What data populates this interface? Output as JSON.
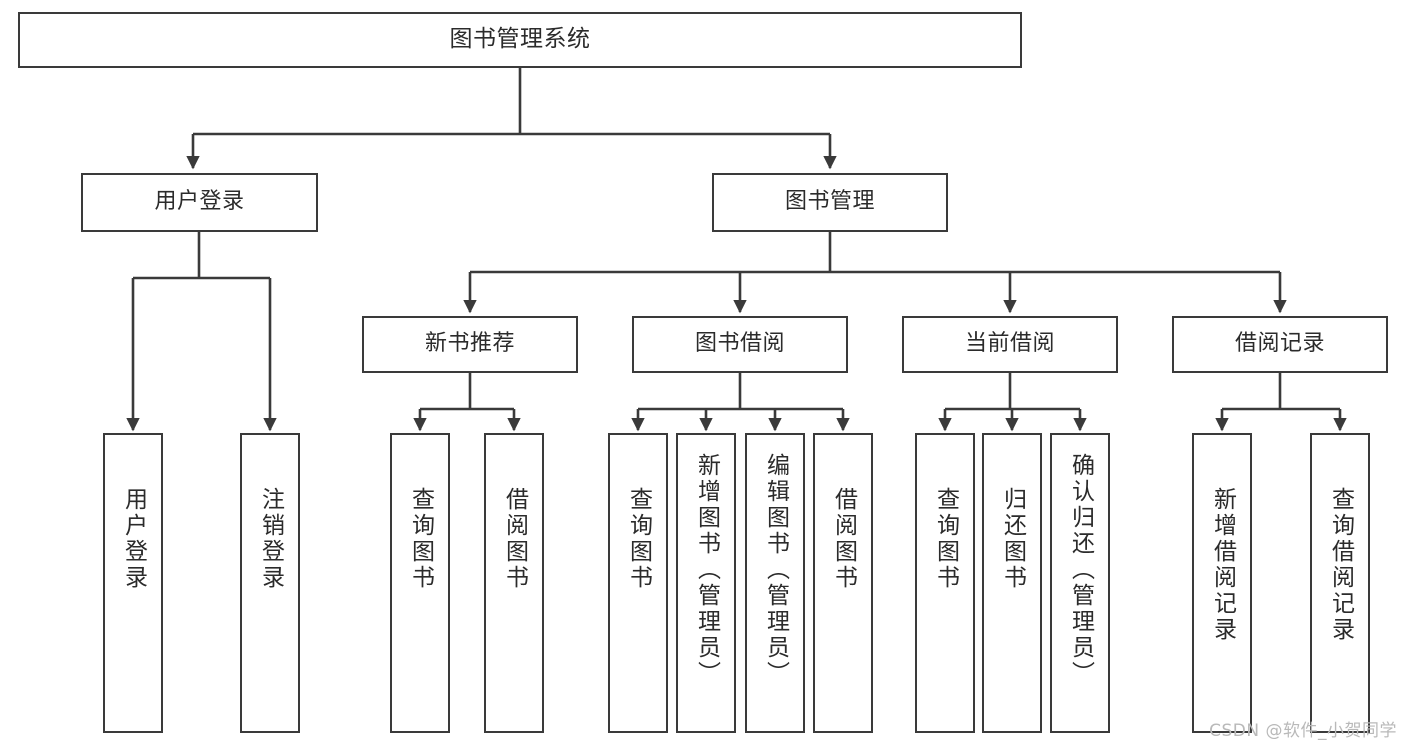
{
  "diagram": {
    "title": "图书管理系统",
    "type": "tree",
    "watermark": "CSDN @软件_小贺同学",
    "colors": {
      "stroke": "#3a3a3a",
      "fill": "#ffffff",
      "text": "#2b2b2b",
      "watermark": "#b9b9b9"
    }
  },
  "nodes": {
    "root": {
      "label": "图书管理系统"
    },
    "level2": [
      {
        "label": "用户登录"
      },
      {
        "label": "图书管理"
      }
    ],
    "level3": [
      {
        "label": "新书推荐"
      },
      {
        "label": "图书借阅"
      },
      {
        "label": "当前借阅"
      },
      {
        "label": "借阅记录"
      }
    ],
    "leaves": {
      "user_login": [
        {
          "label": "用户登录"
        },
        {
          "label": "注销登录"
        }
      ],
      "new_book": [
        {
          "label": "查询图书"
        },
        {
          "label": "借阅图书"
        }
      ],
      "book_borrow": [
        {
          "label": "查询图书"
        },
        {
          "label": "新增图书（管理员）"
        },
        {
          "label": "编辑图书（管理员）"
        },
        {
          "label": "借阅图书"
        }
      ],
      "current_borrow": [
        {
          "label": "查询图书"
        },
        {
          "label": "归还图书"
        },
        {
          "label": "确认归还（管理员）"
        }
      ],
      "borrow_record": [
        {
          "label": "新增借阅记录"
        },
        {
          "label": "查询借阅记录"
        }
      ]
    }
  }
}
